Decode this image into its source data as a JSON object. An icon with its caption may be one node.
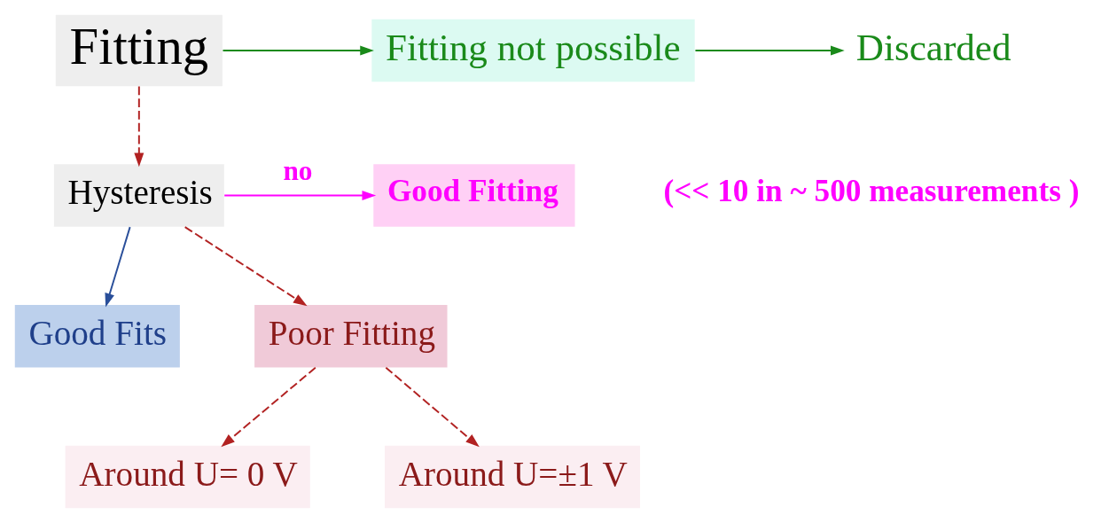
{
  "diagram": {
    "nodes": [
      {
        "text": [
          "Fitting"
        ]
      },
      {
        "text": [
          "Fitting not possible"
        ]
      },
      {
        "text": [
          "Discarded"
        ]
      },
      {
        "text": [
          "Hysteresis"
        ]
      },
      {
        "text": [
          "Good Fitting"
        ],
        "beside": [
          "(<< 10 in ~ 500 measurements )"
        ]
      },
      {
        "text": [
          "Good Fits"
        ]
      },
      {
        "text": [
          "Poor Fitting"
        ]
      },
      {
        "text": [
          "Around U= 0 V"
        ]
      },
      {
        "text": [
          "Around U=±1 V"
        ]
      }
    ],
    "edges": [
      {
        "from": 0,
        "to": 1,
        "arrow": "to",
        "color": "#1a8a1a"
      },
      {
        "from": 1,
        "to": 2,
        "arrow": "to",
        "color": "#1a8a1a"
      },
      {
        "from": 0,
        "to": 3,
        "arrow": "to",
        "style": "dashed"
      },
      {
        "from": 3,
        "to": 4,
        "arrow": "to",
        "label": "no",
        "color": "#ff00ff"
      },
      {
        "from": 3,
        "to": 5,
        "arrow": "to",
        "color": "#2a4f9a"
      },
      {
        "from": 3,
        "to": 6,
        "arrow": "to",
        "style": "dashed"
      },
      {
        "from": 6,
        "to": 7,
        "arrow": "to",
        "style": "dashed"
      },
      {
        "from": 6,
        "to": 8,
        "arrow": "to",
        "style": "dashed"
      }
    ]
  }
}
